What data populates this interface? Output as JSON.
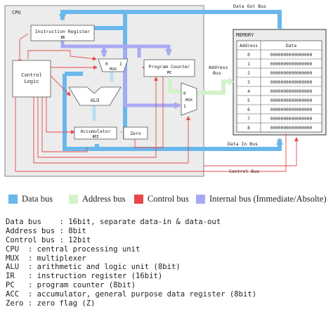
{
  "diagram": {
    "cpu_label": "CPU",
    "memory_label": "MEMORY",
    "blocks": {
      "instruction_register": {
        "name": "Instruction Register",
        "abbr": "IR"
      },
      "control_logic": {
        "line1": "Control",
        "line2": "Logic"
      },
      "mux_top": {
        "name": "MUX",
        "in0": "0",
        "in1": "1"
      },
      "program_counter": {
        "name": "Program Counter",
        "abbr": "PC"
      },
      "alu": {
        "name": "ALU"
      },
      "accumulator": {
        "name": "Accumulator",
        "abbr": "ACC"
      },
      "zero": {
        "name": "Zero"
      },
      "mux_right": {
        "name": "MUX",
        "in0": "0",
        "in1": "1"
      }
    },
    "bus_labels": {
      "data_out": "Data Out Bus",
      "data_in": "Data In Bus",
      "control": "Control Bus",
      "address_line1": "Address",
      "address_line2": "Bus"
    },
    "memory_table": {
      "headers": [
        "Address",
        "Data"
      ],
      "rows": [
        [
          "0",
          "0000000000000000"
        ],
        [
          "1",
          "0000000000000000"
        ],
        [
          "2",
          "0000000000000000"
        ],
        [
          "3",
          "0000000000000000"
        ],
        [
          "4",
          "0000000000000000"
        ],
        [
          "5",
          "0000000000000000"
        ],
        [
          "6",
          "0000000000000000"
        ],
        [
          "7",
          "0000000000000000"
        ],
        [
          "8",
          "0000000000000000"
        ]
      ]
    }
  },
  "legend": [
    {
      "label": "Data bus",
      "color": "#6ab7ec"
    },
    {
      "label": "Address bus",
      "color": "#d3f2cc"
    },
    {
      "label": "Control bus",
      "color": "#e8484a"
    },
    {
      "label": "Internal bus (Immediate/Absolte)",
      "color": "#a9a9f3"
    }
  ],
  "notes": [
    "Data bus    : 16bit, separate data-in & data-out",
    "Address bus : 8bit",
    "Control bus : 12bit",
    "CPU  : central processing unit",
    "MUX  : multiplexer",
    "ALU  : arithmetic and logic unit (8bit)",
    "IR   : instruction register (16bit)",
    "PC   : program counter (8bit)",
    "ACC  : accumulator, general purpose data register (8bit)",
    "Zero : zero flag (Z)"
  ]
}
